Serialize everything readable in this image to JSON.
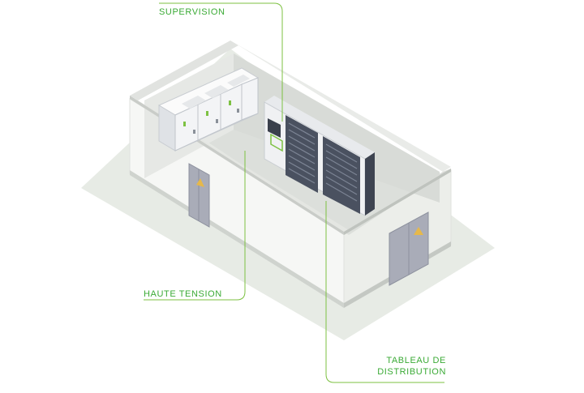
{
  "colors": {
    "accent": "#7dc142",
    "label_text": "#3aaa35",
    "ground": "#e7ebe5",
    "wall_face": "#f7f8f6",
    "wall_top": "#e4e6e2",
    "wall_inner": "#d9dcd8",
    "door": "#a9acb8",
    "door_sign": "#e6b84a",
    "cabinet_light": "#eef0f2",
    "rack_dark": "#4a5160"
  },
  "icons": {
    "hazard": "warning-triangle-icon"
  },
  "callouts": {
    "supervision": "SUPERVISION",
    "haute_tension": "HAUTE TENSION",
    "tableau_line1": "TABLEAU DE",
    "tableau_line2": "DISTRIBUTION"
  }
}
